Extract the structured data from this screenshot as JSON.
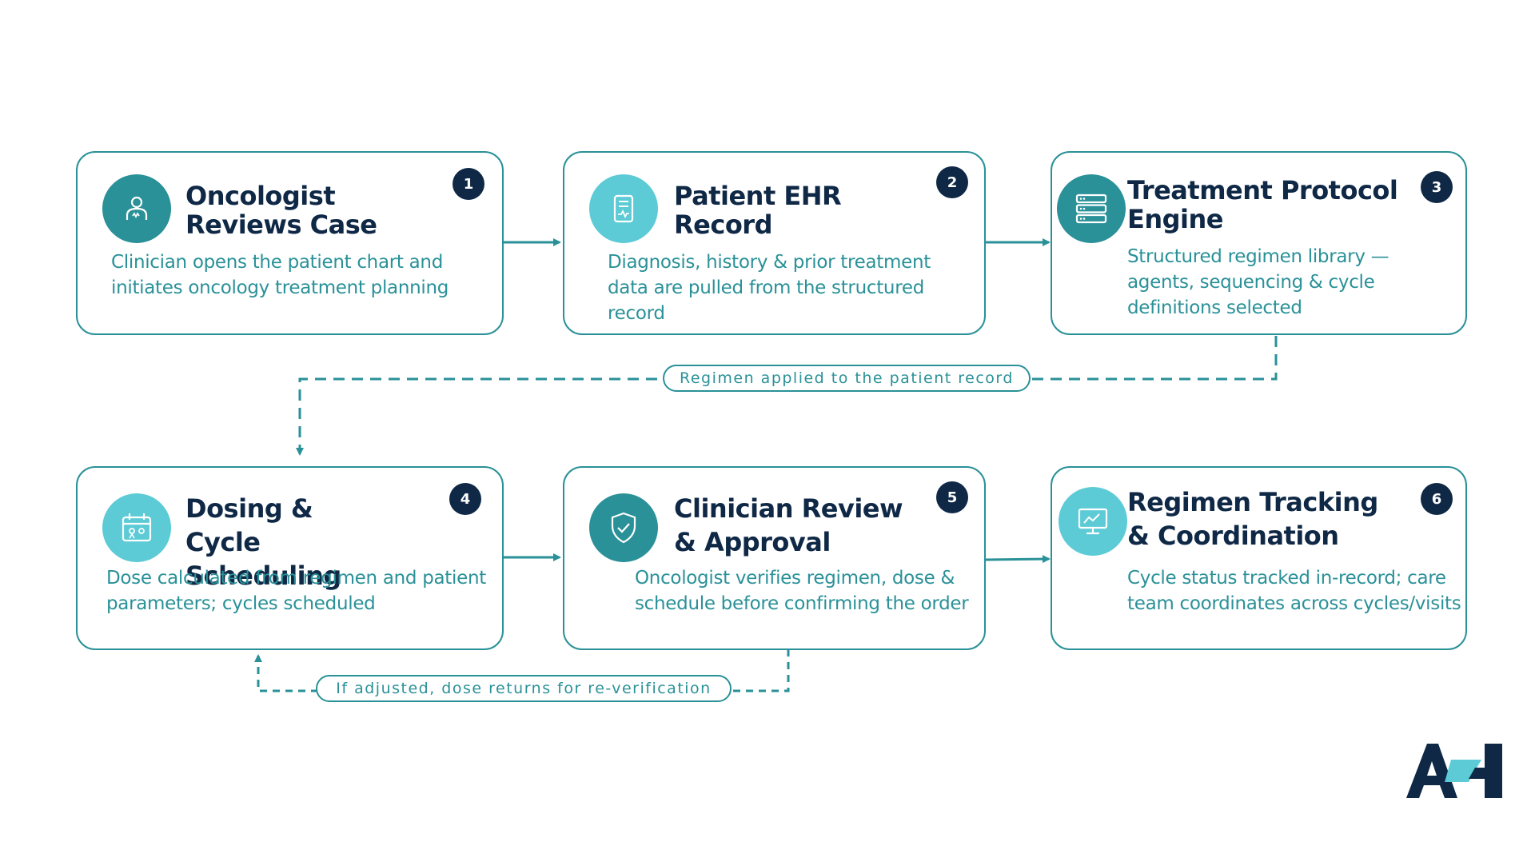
{
  "steps": [
    {
      "number": "1",
      "title": "Oncologist Reviews Case",
      "description": "Clinician opens the patient chart and initiates oncology treatment planning",
      "icon": "person-icon"
    },
    {
      "number": "2",
      "title": "Patient EHR Record",
      "description": "Diagnosis, history & prior treatment data are pulled from the structured record",
      "icon": "document-chart-icon"
    },
    {
      "number": "3",
      "title": "Treatment Protocol Engine",
      "description": "Structured regimen library — agents, sequencing & cycle definitions selected",
      "icon": "server-icon"
    },
    {
      "number": "4",
      "title": "Dosing & Cycle Scheduling",
      "description": "Dose calculated from regimen and patient parameters; cycles scheduled",
      "icon": "calendar-icon"
    },
    {
      "number": "5",
      "title": "Clinician Review & Approval",
      "description": "Oncologist verifies regimen, dose & schedule before confirming the order",
      "icon": "shield-check-icon"
    },
    {
      "number": "6",
      "title": "Regimen Tracking & Coordination",
      "description": "Cycle status tracked in-record; care team coordinates across cycles/visits",
      "icon": "monitor-chart-icon"
    }
  ],
  "connectors": {
    "regimen_applied": "Regimen applied to the patient record",
    "re_verification": "If adjusted, dose returns for re-verification"
  },
  "logo": {
    "text": "AHI"
  },
  "colors": {
    "teal": "#2a9198",
    "light_teal": "#5ccbd6",
    "navy": "#0f2846",
    "background": "#ffffff"
  }
}
